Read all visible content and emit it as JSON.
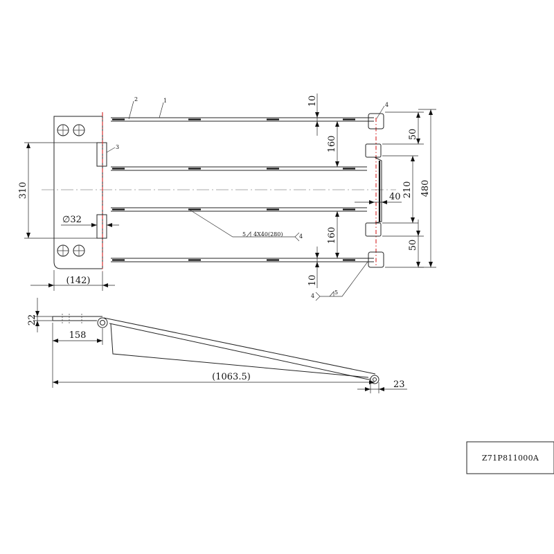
{
  "dimensions": {
    "d10_top": "10",
    "d160_upper": "160",
    "d50_upper": "50",
    "d480": "480",
    "d210": "210",
    "d40": "40",
    "d160_lower": "160",
    "d50_lower": "50",
    "d10_bottom": "10",
    "d310": "310",
    "dia32": "∅32",
    "d142": "(142)",
    "d22": "22",
    "d158": "158",
    "d1063": "(1063.5)",
    "d23": "23"
  },
  "callouts": {
    "c1": "1",
    "c2": "2",
    "c3": "3",
    "c4_top": "4",
    "weld_num_left": "5",
    "weld_spec": "4X40(280)",
    "weld_num_right": "4",
    "weld2_num_left": "4",
    "weld2_num_right": "5"
  },
  "title_block": {
    "drawing_number": "Z71P811000A"
  }
}
